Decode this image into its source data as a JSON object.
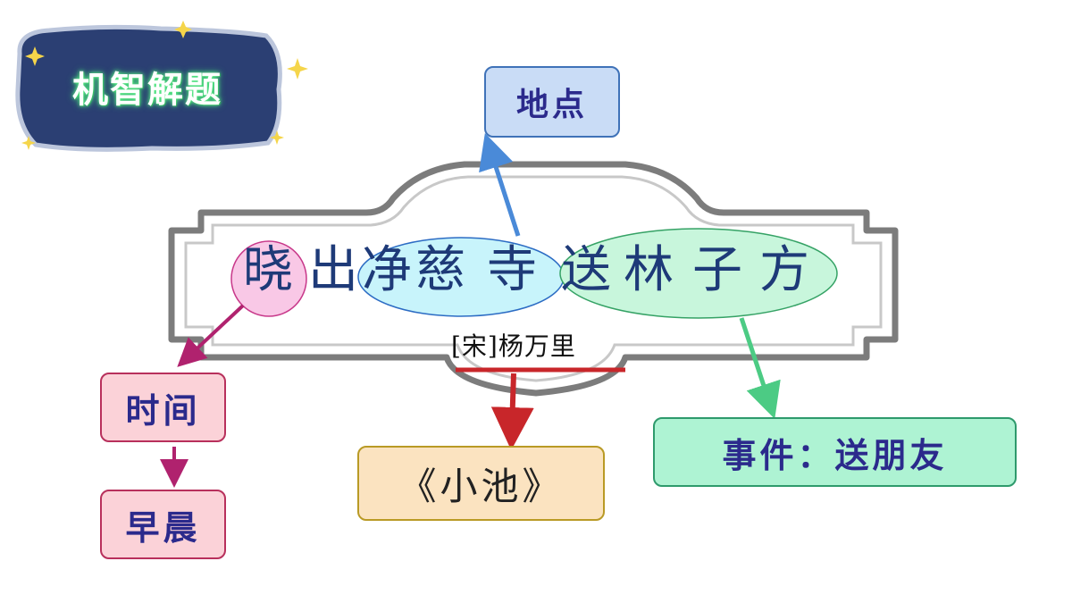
{
  "badge": {
    "label": "机智解题"
  },
  "title": {
    "chars": [
      "晓",
      "出",
      "净",
      "慈",
      "寺",
      "送",
      "林",
      "子",
      "方"
    ]
  },
  "author": "[宋]杨万里",
  "boxes": {
    "place": "地点",
    "time": "时间",
    "morning": "早晨",
    "poem": "《小池》",
    "event": "事件：送朋友"
  },
  "colors": {
    "badge_bg": "#2b3f73",
    "title_text": "#1e3a78",
    "place_fill": "#c9dcf6",
    "place_arrow": "#4a8ad8",
    "time_fill": "#fbd2d8",
    "time_arrow": "#b0226e",
    "poem_fill": "#fbe3c0",
    "poem_arrow": "#c8262a",
    "event_fill": "#aef3d3",
    "event_arrow": "#4ccb84",
    "box_text": "#2b2a8c"
  },
  "icons": [
    "sparkle-icon"
  ]
}
